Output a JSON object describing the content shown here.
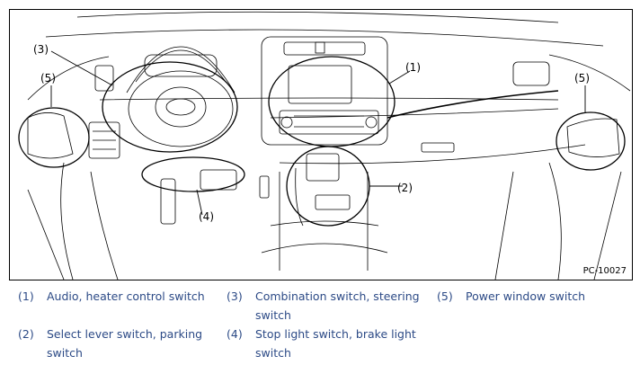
{
  "figure": {
    "code": "PC-10027",
    "callouts": {
      "c1": "(1)",
      "c2": "(2)",
      "c3": "(3)",
      "c4": "(4)",
      "c5_left": "(5)",
      "c5_right": "(5)"
    }
  },
  "legend": [
    {
      "num": "(1)",
      "text": "Audio, heater control switch"
    },
    {
      "num": "(2)",
      "text": "Select lever switch, parking switch"
    },
    {
      "num": "(3)",
      "text": "Combination switch, steering switch"
    },
    {
      "num": "(4)",
      "text": "Stop light switch, brake light switch"
    },
    {
      "num": "(5)",
      "text": "Power window switch"
    }
  ],
  "colors": {
    "legend_text": "#2c4a86",
    "line": "#000000"
  }
}
